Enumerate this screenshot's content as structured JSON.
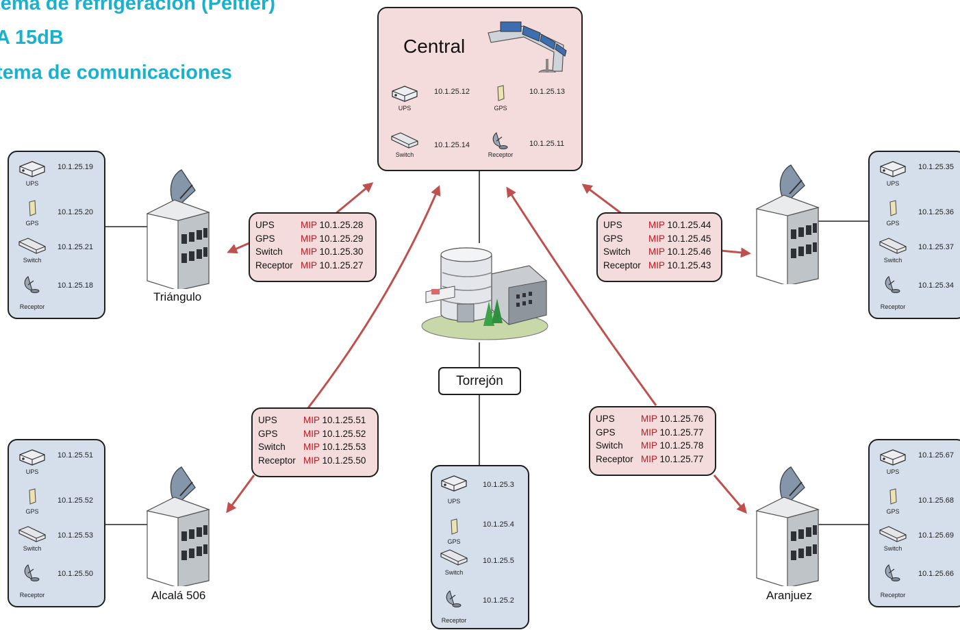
{
  "headings": {
    "line1": "tema de refrigeración (Peltier)",
    "line2": "A 15dB",
    "line3": "tema de comunicaciones"
  },
  "central": {
    "title": "Central",
    "devices": [
      {
        "name": "UPS",
        "ip": "10.1.25.12",
        "icon": "ups-icon"
      },
      {
        "name": "GPS",
        "ip": "10.1.25.13",
        "icon": "gps-icon"
      },
      {
        "name": "Switch",
        "ip": "10.1.25.14",
        "icon": "switch-icon"
      },
      {
        "name": "Receptor",
        "ip": "10.1.25.11",
        "icon": "receptor-icon"
      }
    ]
  },
  "hub": {
    "label": "Torrejón"
  },
  "sites": {
    "triangulo": {
      "label": "Triángulo",
      "devices": [
        {
          "name": "UPS",
          "ip": "10.1.25.19"
        },
        {
          "name": "GPS",
          "ip": "10.1.25.20"
        },
        {
          "name": "Switch",
          "ip": "10.1.25.21"
        },
        {
          "name": "Receptor",
          "ip": "10.1.25.18"
        }
      ],
      "mip": [
        {
          "name": "UPS",
          "tag": "MIP",
          "ip": "10.1.25.28"
        },
        {
          "name": "GPS",
          "tag": "MIP",
          "ip": "10.1.25.29"
        },
        {
          "name": "Switch",
          "tag": "MIP",
          "ip": "10.1.25.30"
        },
        {
          "name": "Receptor",
          "tag": "MIP",
          "ip": "10.1.25.27"
        }
      ]
    },
    "east": {
      "devices": [
        {
          "name": "UPS",
          "ip": "10.1.25.35"
        },
        {
          "name": "GPS",
          "ip": "10.1.25.36"
        },
        {
          "name": "Switch",
          "ip": "10.1.25.37"
        },
        {
          "name": "Receptor",
          "ip": "10.1.25.34"
        }
      ],
      "mip": [
        {
          "name": "UPS",
          "tag": "MIP",
          "ip": "10.1.25.44"
        },
        {
          "name": "GPS",
          "tag": "MIP",
          "ip": "10.1.25.45"
        },
        {
          "name": "Switch",
          "tag": "MIP",
          "ip": "10.1.25.46"
        },
        {
          "name": "Receptor",
          "tag": "MIP",
          "ip": "10.1.25.43"
        }
      ]
    },
    "alcala": {
      "label": "Alcalá 506",
      "devices": [
        {
          "name": "UPS",
          "ip": "10.1.25.51"
        },
        {
          "name": "GPS",
          "ip": "10.1.25.52"
        },
        {
          "name": "Switch",
          "ip": "10.1.25.53"
        },
        {
          "name": "Receptor",
          "ip": "10.1.25.50"
        }
      ],
      "mip": [
        {
          "name": "UPS",
          "tag": "MIP",
          "ip": "10.1.25.51"
        },
        {
          "name": "GPS",
          "tag": "MIP",
          "ip": "10.1.25.52"
        },
        {
          "name": "Switch",
          "tag": "MIP",
          "ip": "10.1.25.53"
        },
        {
          "name": "Receptor",
          "tag": "MIP",
          "ip": "10.1.25.50"
        }
      ]
    },
    "aranjuez": {
      "label": "Aranjuez",
      "devices": [
        {
          "name": "UPS",
          "ip": "10.1.25.67"
        },
        {
          "name": "GPS",
          "ip": "10.1.25.68"
        },
        {
          "name": "Switch",
          "ip": "10.1.25.69"
        },
        {
          "name": "Receptor",
          "ip": "10.1.25.66"
        }
      ],
      "mip": [
        {
          "name": "UPS",
          "tag": "MIP",
          "ip": "10.1.25.76"
        },
        {
          "name": "GPS",
          "tag": "MIP",
          "ip": "10.1.25.77"
        },
        {
          "name": "Switch",
          "tag": "MIP",
          "ip": "10.1.25.78"
        },
        {
          "name": "Receptor",
          "tag": "MIP",
          "ip": "10.1.25.77"
        }
      ]
    },
    "torrejon": {
      "devices": [
        {
          "name": "UPS",
          "ip": "10.1.25.3"
        },
        {
          "name": "GPS",
          "ip": "10.1.25.4"
        },
        {
          "name": "Switch",
          "ip": "10.1.25.5"
        },
        {
          "name": "Receptor",
          "ip": "10.1.25.2"
        }
      ]
    }
  },
  "colors": {
    "heading": "#1bb0cd",
    "arrow": "#c0504d",
    "mip_tag": "#c0171f",
    "panel_blue": "#d5dfec",
    "panel_pink": "#f4dcdc"
  }
}
